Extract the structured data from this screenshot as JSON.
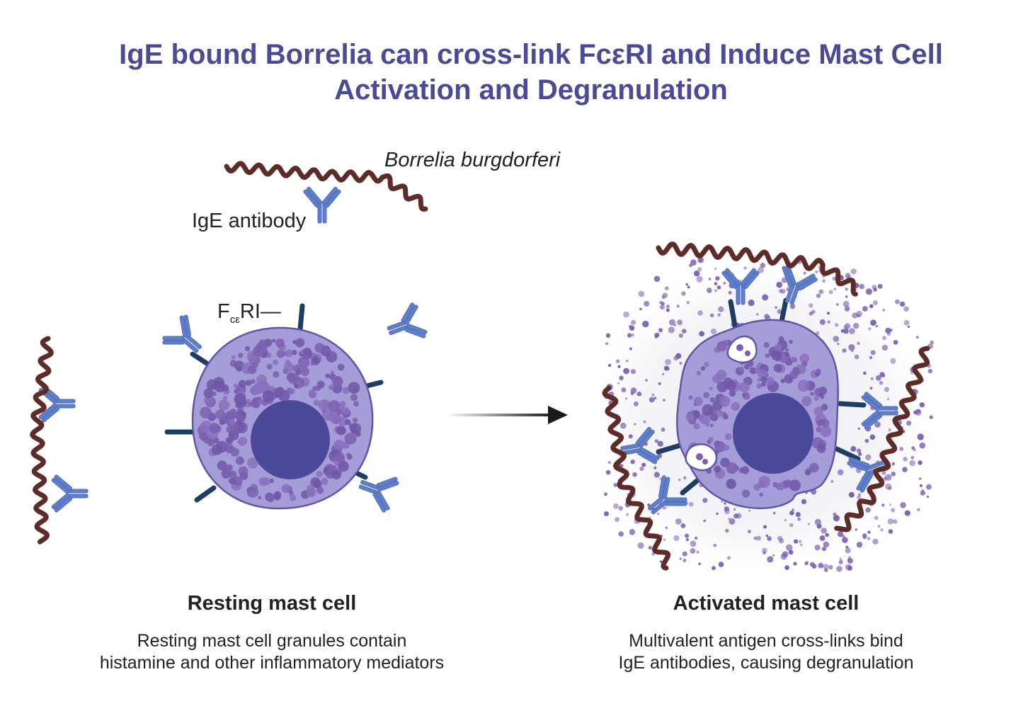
{
  "title": {
    "line1": "IgE bound Borrelia can cross-link FcεRI and Induce Mast Cell",
    "line2": "Activation and Degranulation"
  },
  "labels": {
    "borrelia": "Borrelia burgdorferi",
    "ige": "IgE antibody",
    "fcer_main": "F",
    "fcer_sub": "cε",
    "fcer_tail": "RI—"
  },
  "panels": {
    "resting": {
      "heading": "Resting mast cell",
      "desc_line1": "Resting mast cell granules contain",
      "desc_line2": "histamine and other inflammatory mediators"
    },
    "activated": {
      "heading": "Activated mast cell",
      "desc_line1": "Multivalent antigen cross-links bind",
      "desc_line2": "IgE antibodies, causing degranulation"
    }
  },
  "colors": {
    "title": "#4b4a97",
    "borrelia": "#5e2c28",
    "antibody": "#5f7fcc",
    "receptor": "#1d3e63",
    "cell": "#a59dd8",
    "cell_outline": "#5d57a6",
    "granule": "#7b60b0",
    "nucleus": "#4b4a9a"
  }
}
